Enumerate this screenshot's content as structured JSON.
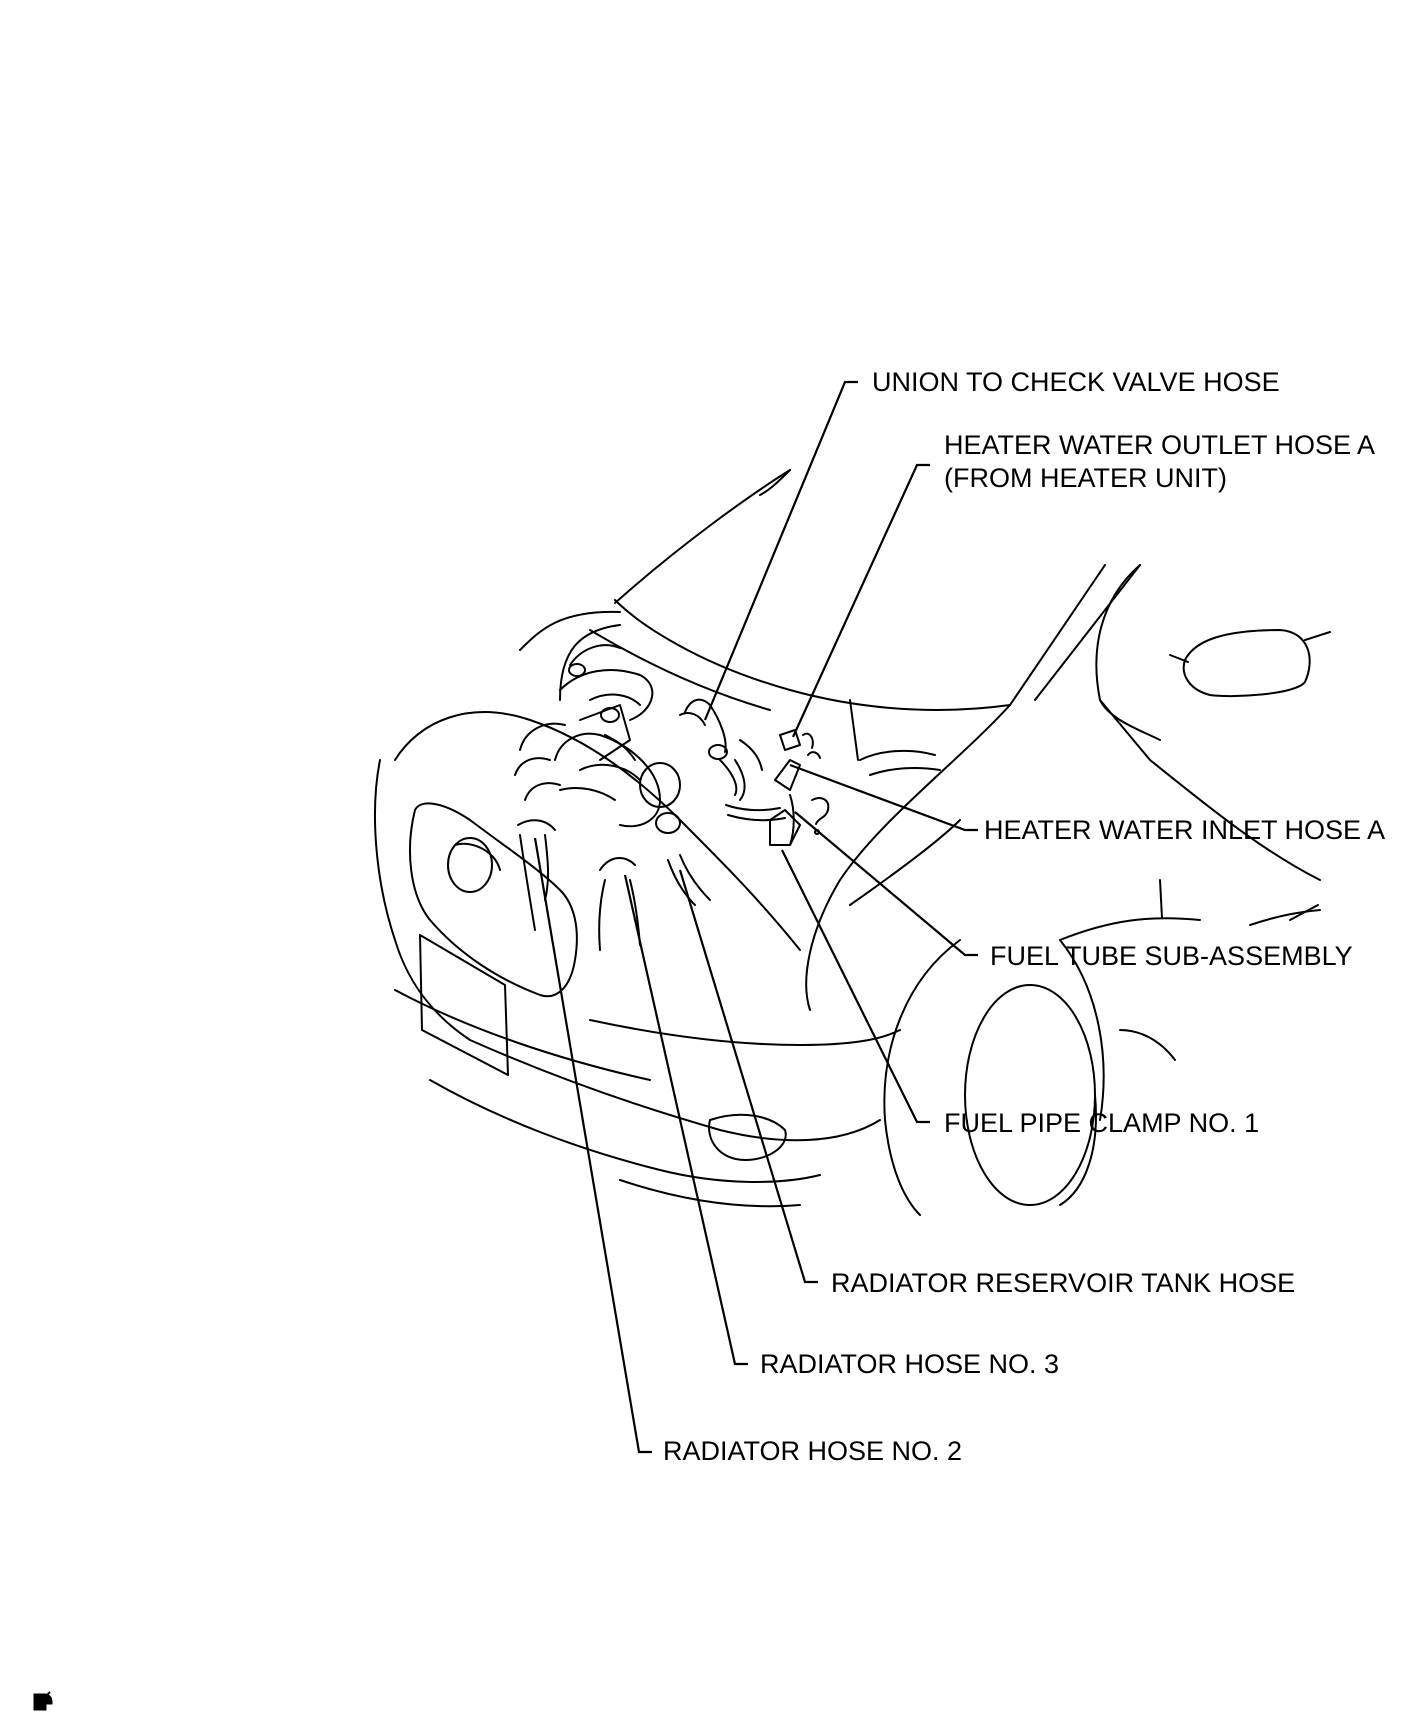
{
  "callouts": [
    {
      "id": "union-to-check-valve-hose",
      "text": "UNION TO CHECK VALVE HOSE"
    },
    {
      "id": "heater-water-outlet-hose-a",
      "lines": [
        "HEATER WATER OUTLET HOSE A",
        "(FROM HEATER UNIT)"
      ]
    },
    {
      "id": "heater-water-inlet-hose-a",
      "text": "HEATER WATER INLET HOSE A"
    },
    {
      "id": "fuel-tube-sub-assembly",
      "text": "FUEL TUBE SUB-ASSEMBLY"
    },
    {
      "id": "fuel-pipe-clamp-no-1",
      "text": "FUEL PIPE CLAMP NO. 1"
    },
    {
      "id": "radiator-reservoir-tank-hose",
      "text": "RADIATOR RESERVOIR TANK HOSE"
    },
    {
      "id": "radiator-hose-no-3",
      "text": "RADIATOR HOSE NO. 3"
    },
    {
      "id": "radiator-hose-no-2",
      "text": "RADIATOR HOSE NO. 2"
    }
  ]
}
